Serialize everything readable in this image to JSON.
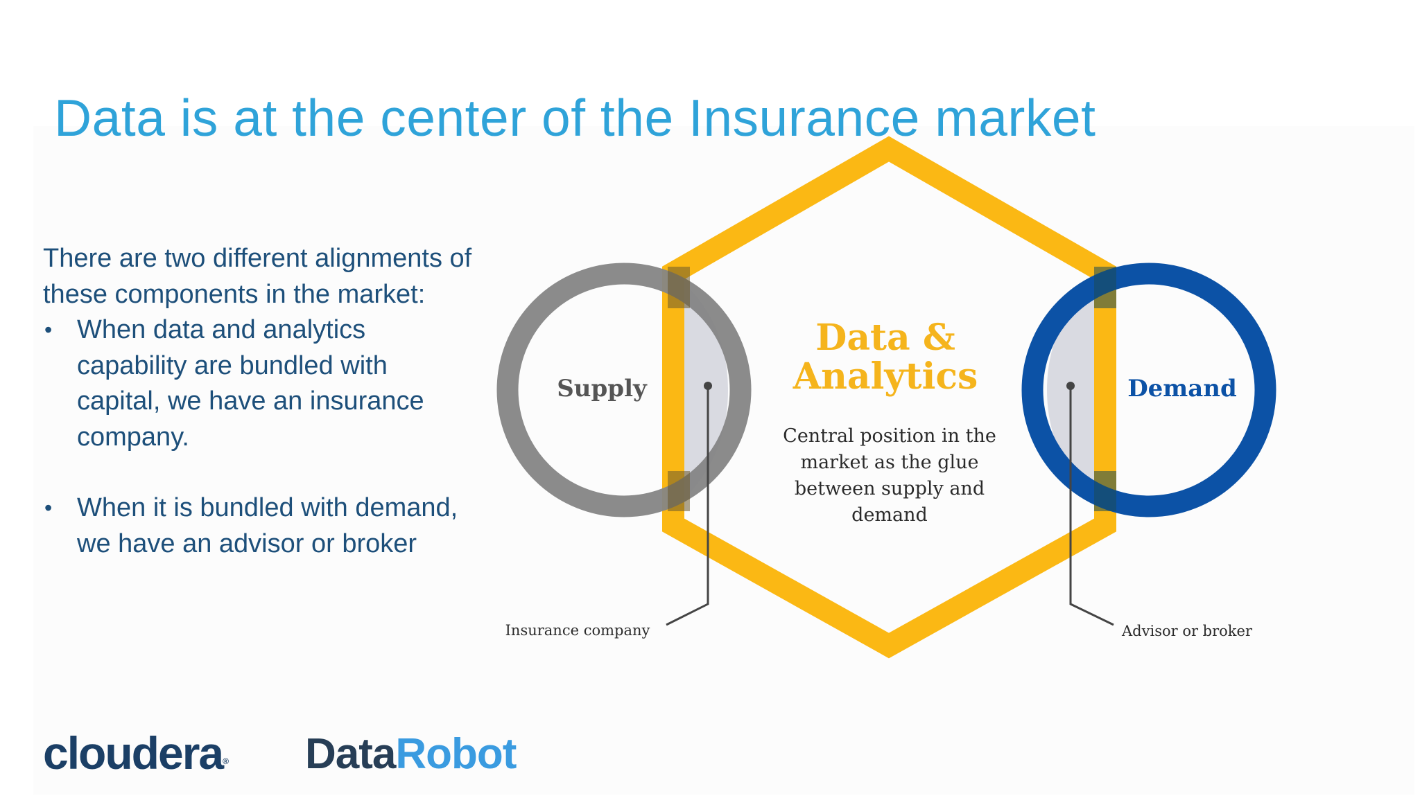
{
  "slide": {
    "title": "Data is at the center of the Insurance market"
  },
  "body": {
    "intro": "There are two different alignments of these components in the market:",
    "bullets": [
      {
        "marker": "•",
        "text": "When data and analytics capability are bundled with capital, we have an insurance company."
      },
      {
        "marker": "•",
        "text": "When it is bundled with demand, we have an advisor or broker"
      }
    ]
  },
  "diagram": {
    "center_title_line1": "Data &",
    "center_title_line2": "Analytics",
    "center_desc_lines": [
      "Central position in the",
      "market as the glue",
      "between supply and",
      "demand"
    ],
    "supply_label": "Supply",
    "demand_label": "Demand",
    "supply_callout": "Insurance company",
    "demand_callout": "Advisor or broker",
    "colors": {
      "hexagon": "#fbb814",
      "supply_ring": "#858585",
      "demand_ring": "#0c52a6",
      "overlap_fill": "#d2d4dc",
      "center_title": "#f5b41c",
      "center_desc": "#2a2a2a",
      "supply_text": "#555555",
      "demand_text": "#0c52a6",
      "callout_text": "#2b2b2b",
      "leader_line": "#444444"
    }
  },
  "logos": {
    "cloudera_text": "cloudera",
    "cloudera_mark": "®",
    "datarobot_part1": "Data",
    "datarobot_part2": "Robot"
  },
  "colors": {
    "title": "#2fa3d9",
    "body_text": "#1d4f7a",
    "cloudera": "#1b3f66",
    "datarobot_dark": "#273e56",
    "datarobot_light": "#3a9be0"
  }
}
